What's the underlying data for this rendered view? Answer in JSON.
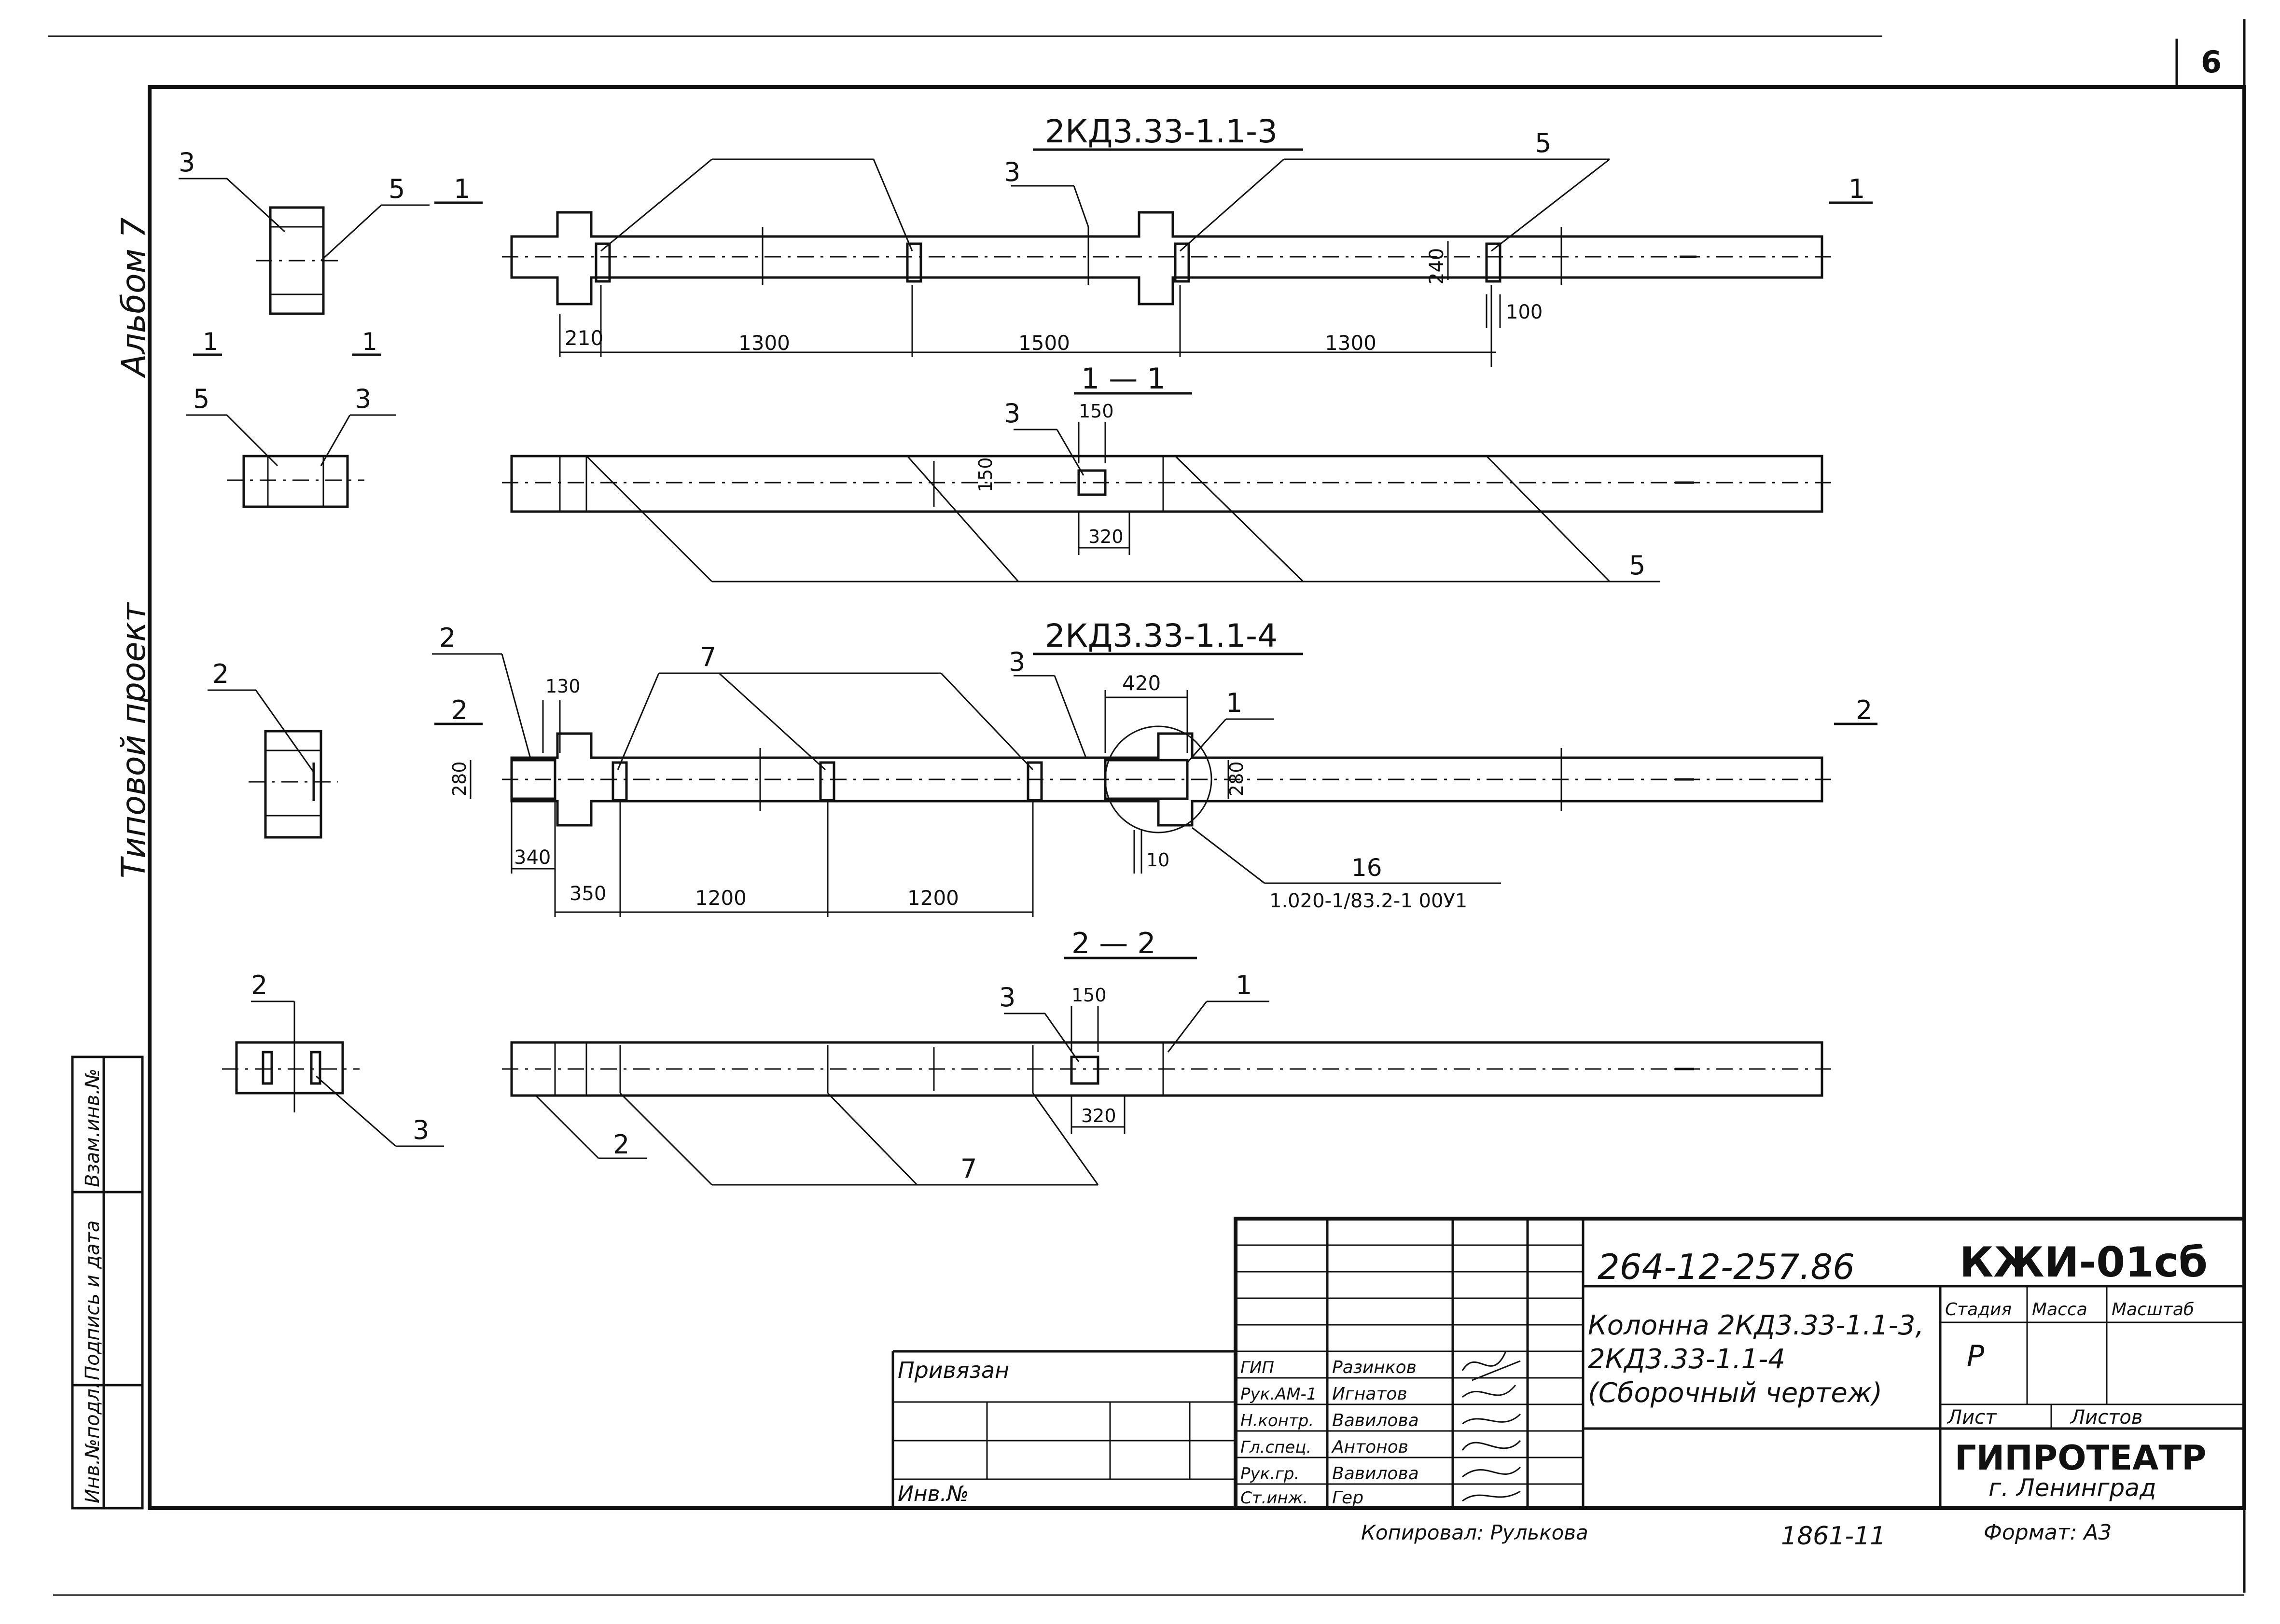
{
  "sheet": {
    "sheet_number": "6",
    "album_label": "Альбом 7",
    "project_type_label": "Типовой проект"
  },
  "views": {
    "top_title": "2КД3.33-1.1-3",
    "bottom_title": "2КД3.33-1.1-4",
    "section_1_title": "1 — 1",
    "section_2_title": "2 — 2",
    "section_mark_1": "1",
    "section_mark_2": "2"
  },
  "callouts": {
    "pos_1": "1",
    "pos_2": "2",
    "pos_3": "3",
    "pos_5": "5",
    "pos_7": "7",
    "detail_num": "16",
    "detail_ref": "1.020-1/83.2-1 00У1"
  },
  "dimensions": {
    "d210": "210",
    "d1300": "1300",
    "d1500": "1500",
    "d240": "240",
    "d100": "100",
    "d150": "150",
    "d320": "320",
    "d130": "130",
    "d280": "280",
    "d340": "340",
    "d350": "350",
    "d1200": "1200",
    "d420": "420",
    "d10": "10"
  },
  "side_stamp": {
    "inv_orig": "Инв.№подл.",
    "sign_date": "Подпись и дата",
    "inv_repl": "Взам.инв.№"
  },
  "title_block": {
    "doc_code": "264-12-257.86",
    "sheet_code": "КЖИ-01сб",
    "title_line1": "Колонна 2КД3.33-1.1-3,",
    "title_line2": "2КД3.33-1.1-4",
    "title_line3": "(Сборочный чертеж)",
    "stage_hdr": "Стадия",
    "mass_hdr": "Масса",
    "scale_hdr": "Масштаб",
    "stage_val": "Р",
    "sheet_hdr": "Лист",
    "sheets_hdr": "Листов",
    "org": "ГИПРОТЕАТР",
    "city": "г. Ленинград",
    "privyazan": "Привязан",
    "inv_no": "Инв.№",
    "copied": "Копировал: Рулькова",
    "format": "Формат: А3",
    "reg_no": "1861-11",
    "roles": [
      "ГИП",
      "Рук.АМ-1",
      "Н.контр.",
      "Гл.спец.",
      "Рук.гр.",
      "Ст.инж."
    ],
    "names": [
      "Разинков",
      "Игнатов",
      "Вавилова",
      "Антонов",
      "Вавилова",
      "Гер"
    ]
  }
}
